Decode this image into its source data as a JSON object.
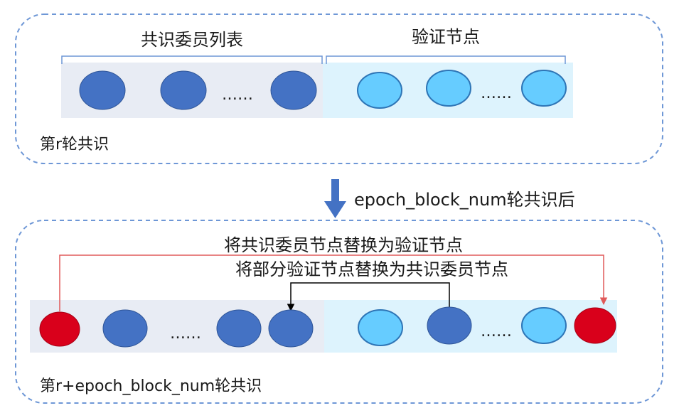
{
  "colors": {
    "committee_node": "#4472c4",
    "committee_node_stroke": "#2f5597",
    "validator_node": "#66ccff",
    "validator_node_stroke": "#2e75b6",
    "replaced_node": "#d9001b",
    "panel_border": "#6e97d6",
    "committee_band": "#e8ecf4",
    "validator_band": "#ddf3fd",
    "arrow_down": "#4472c4",
    "red_link": "#e05a5a",
    "black_link": "#000000"
  },
  "round_r": {
    "committee_label": "共识委员列表",
    "validator_label": "验证节点",
    "ellipsis_committee": "……",
    "ellipsis_validator": "……",
    "round_label": "第r轮共识"
  },
  "transition": {
    "label": "epoch_block_num轮共识后"
  },
  "round_next": {
    "replace_committee_to_validator": "将共识委员节点替换为验证节点",
    "replace_validator_to_committee": "将部分验证节点替换为共识委员节点",
    "ellipsis_committee": "……",
    "ellipsis_validator": "……",
    "round_label": "第r+epoch_block_num轮共识"
  }
}
